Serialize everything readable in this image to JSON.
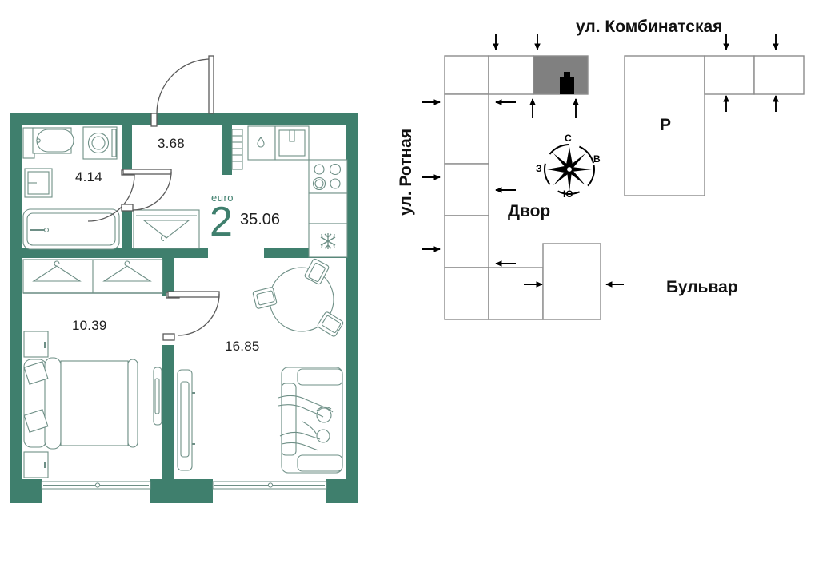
{
  "plan": {
    "badge": {
      "euro_word": "euro",
      "rooms_count": "2",
      "total_area": "35.06"
    },
    "rooms": [
      {
        "name": "hallway",
        "area": "3.68"
      },
      {
        "name": "bathroom",
        "area": "4.14"
      },
      {
        "name": "bedroom",
        "area": "10.39"
      },
      {
        "name": "living-room",
        "area": "16.85"
      }
    ],
    "colors": {
      "wall": "#3f7f6d",
      "wall_dark": "#35705f",
      "furniture_stroke": "#6e8f86",
      "accent": "#3f7f6d",
      "text": "#1f1f1f"
    },
    "fixtures": [
      "sink",
      "washing-machine",
      "mirror",
      "bathtub",
      "toilet-closet",
      "radiator",
      "kitchen-sink",
      "countertop",
      "stove",
      "refrigerator",
      "wardrobe",
      "bed",
      "nightstand",
      "dining-table",
      "chair",
      "sofa",
      "tv-unit",
      "window",
      "door"
    ]
  },
  "site": {
    "streets": {
      "top": "ул. Комбинатская",
      "left": "ул. Ротная",
      "bottom_right": "Бульвар"
    },
    "courtyard_label": "Двор",
    "parking_label": "Р",
    "compass": {
      "north": "С",
      "east": "В",
      "south": "Ю",
      "west": "З"
    },
    "colors": {
      "block_stroke": "#8c8c8c",
      "highlight": "#808080",
      "marker": "#000000",
      "arrow": "#000000"
    }
  }
}
